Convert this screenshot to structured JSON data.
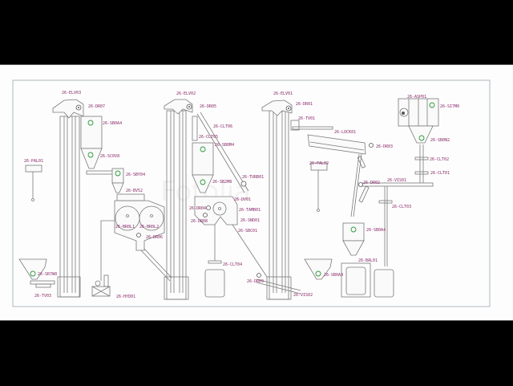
{
  "watermark": "Fotolia",
  "diagram": {
    "title": "Grain processing plant schematic",
    "line_color": "#7a7a7a",
    "label_color": "#8a2a6a",
    "sensor_color": "#2a9a3a",
    "labels": {
      "elv03": "26-ELV03",
      "dr07": "26-DR07",
      "sb_a": "26-SB0A4",
      "sb_b": "26-SC0V8",
      "sb_c": "26-SBY04",
      "bv52": "26-BV52",
      "pal01": "26-PAL01",
      "brol1": "26-BR0L1",
      "brol2": "26-BR0L2",
      "dr06": "26-DR06",
      "srw": "26-SR7W8",
      "tv03": "26-TV03",
      "hyd01": "26-HYD01",
      "elv02": "26-ELV02",
      "dr05": "26-DR05",
      "clt06": "26-CLT06",
      "clt05": "26-CLT05",
      "sb_d": "26-SB0M4",
      "sb_e": "26-SB2M8",
      "turb01": "26-TURB01",
      "dv01": "26-DV01",
      "tamb01": "26-TAMB01",
      "snd01": "26-SND01",
      "sbc01": "26-SBC01",
      "dr04": "26-DR04",
      "dr08": "26-DR08",
      "clt04": "26-CLT04",
      "dr09": "26-DR09",
      "vis02": "26-VIS02",
      "elv01": "26-ELV01",
      "dr01": "26-DR01",
      "tv01": "26-TV01",
      "lock01": "26-LOCK01",
      "dr03": "26-DR03",
      "pal02": "26-PAL02",
      "dr02": "26-DR02",
      "vis01": "26-VIS01",
      "sb_f": "26-SB0A4",
      "bal01": "26-BAL01",
      "sb_g": "26-SB0A9",
      "clt03": "26-CLT03",
      "asp01": "26-ASP01",
      "sb_h": "26-SI7M0",
      "sb_i": "26-SB0N2",
      "clt02": "26-CLT02",
      "clt01": "26-CLT01"
    }
  }
}
